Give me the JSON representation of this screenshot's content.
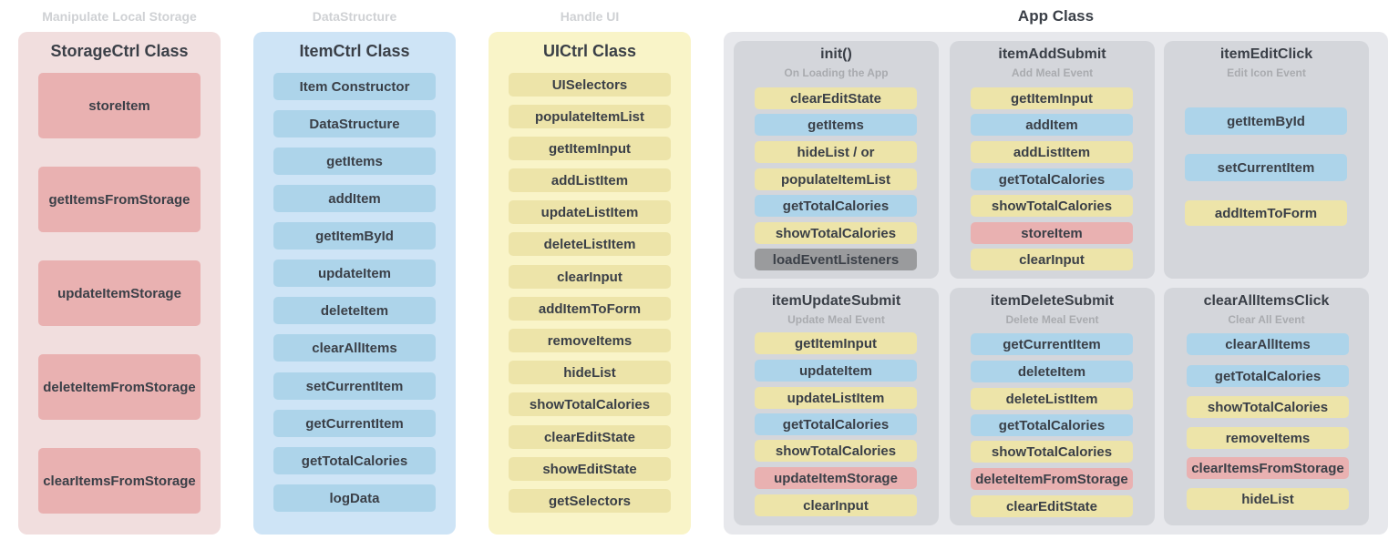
{
  "storage": {
    "caption": "Manipulate Local Storage",
    "title": "StorageCtrl Class",
    "items": [
      "storeItem",
      "getItemsFromStorage",
      "updateItemStorage",
      "deleteItemFromStorage",
      "clearItemsFromStorage"
    ]
  },
  "itemctrl": {
    "caption": "DataStructure",
    "title": "ItemCtrl Class",
    "items": [
      "Item Constructor",
      "DataStructure",
      "getItems",
      "addItem",
      "getItemById",
      "updateItem",
      "deleteItem",
      "clearAllItems",
      "setCurrentItem",
      "getCurrentItem",
      "getTotalCalories",
      "logData"
    ]
  },
  "uictrl": {
    "caption": "Handle UI",
    "title": "UICtrl Class",
    "items": [
      "UISelectors",
      "populateItemList",
      "getItemInput",
      "addListItem",
      "updateListItem",
      "deleteListItem",
      "clearInput",
      "addItemToForm",
      "removeItems",
      "hideList",
      "showTotalCalories",
      "clearEditState",
      "showEditState",
      "getSelectors"
    ]
  },
  "app": {
    "caption": "App Class",
    "cards": [
      {
        "title": "init()",
        "subtitle": "On Loading the App",
        "items": [
          {
            "label": "clearEditState",
            "color": "yellow"
          },
          {
            "label": "getItems",
            "color": "blue"
          },
          {
            "label": "hideList / or",
            "color": "yellow"
          },
          {
            "label": "populateItemList",
            "color": "yellow"
          },
          {
            "label": "getTotalCalories",
            "color": "blue"
          },
          {
            "label": "showTotalCalories",
            "color": "yellow"
          },
          {
            "label": "loadEventListeners",
            "color": "gray"
          }
        ]
      },
      {
        "title": "itemAddSubmit",
        "subtitle": "Add Meal Event",
        "items": [
          {
            "label": "getItemInput",
            "color": "yellow"
          },
          {
            "label": "addItem",
            "color": "blue"
          },
          {
            "label": "addListItem",
            "color": "yellow"
          },
          {
            "label": "getTotalCalories",
            "color": "blue"
          },
          {
            "label": "showTotalCalories",
            "color": "yellow"
          },
          {
            "label": "storeItem",
            "color": "red"
          },
          {
            "label": "clearInput",
            "color": "yellow"
          }
        ]
      },
      {
        "title": "itemEditClick",
        "subtitle": "Edit Icon Event",
        "items": [
          {
            "label": "getItemById",
            "color": "blue"
          },
          {
            "label": "setCurrentItem",
            "color": "blue"
          },
          {
            "label": "addItemToForm",
            "color": "yellow"
          }
        ]
      },
      {
        "title": "itemUpdateSubmit",
        "subtitle": "Update Meal Event",
        "items": [
          {
            "label": "getItemInput",
            "color": "yellow"
          },
          {
            "label": "updateItem",
            "color": "blue"
          },
          {
            "label": "updateListItem",
            "color": "yellow"
          },
          {
            "label": "getTotalCalories",
            "color": "blue"
          },
          {
            "label": "showTotalCalories",
            "color": "yellow"
          },
          {
            "label": "updateItemStorage",
            "color": "red"
          },
          {
            "label": "clearInput",
            "color": "yellow"
          }
        ]
      },
      {
        "title": "itemDeleteSubmit",
        "subtitle": "Delete Meal Event",
        "items": [
          {
            "label": "getCurrentItem",
            "color": "blue"
          },
          {
            "label": "deleteItem",
            "color": "blue"
          },
          {
            "label": "deleteListItem",
            "color": "yellow"
          },
          {
            "label": "getTotalCalories",
            "color": "blue"
          },
          {
            "label": "showTotalCalories",
            "color": "yellow"
          },
          {
            "label": "deleteItemFromStorage",
            "color": "red"
          },
          {
            "label": "clearEditState",
            "color": "yellow"
          }
        ]
      },
      {
        "title": "clearAllItemsClick",
        "subtitle": "Clear All Event",
        "items": [
          {
            "label": "clearAllItems",
            "color": "blue"
          },
          {
            "label": "getTotalCalories",
            "color": "blue"
          },
          {
            "label": "showTotalCalories",
            "color": "yellow"
          },
          {
            "label": "removeItems",
            "color": "yellow"
          },
          {
            "label": "clearItemsFromStorage",
            "color": "red"
          },
          {
            "label": "hideList",
            "color": "yellow"
          }
        ]
      }
    ]
  }
}
